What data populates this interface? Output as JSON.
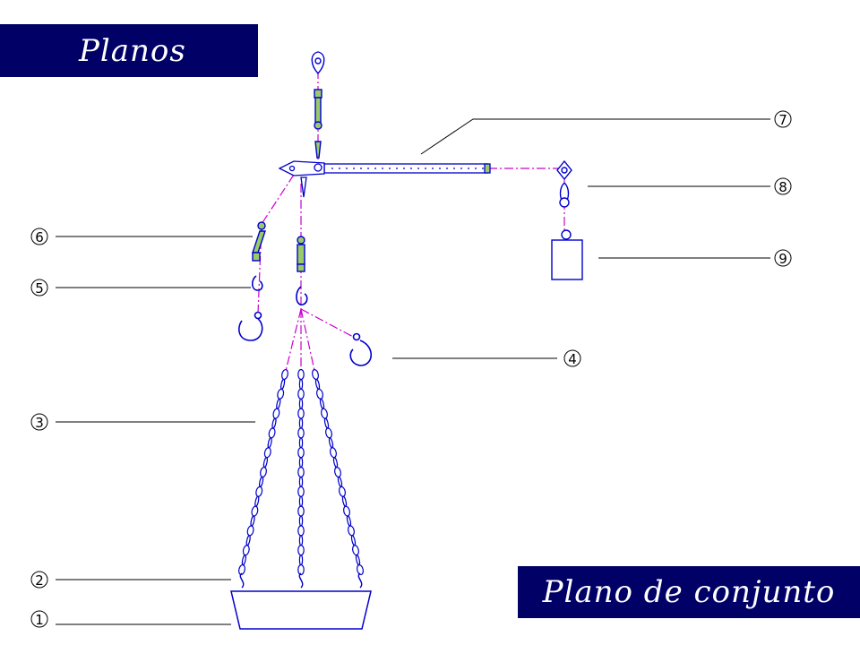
{
  "header": {
    "title": "Planos"
  },
  "footer": {
    "title": "Plano de conjunto"
  },
  "colors": {
    "title_bg": "#000066",
    "title_text": "#ffffff",
    "part_stroke": "#0000cc",
    "part_fill": "#99cc66",
    "center_line": "#cc00cc",
    "leader": "#000000"
  },
  "callouts": [
    {
      "id": "1",
      "label": "1"
    },
    {
      "id": "2",
      "label": "2"
    },
    {
      "id": "3",
      "label": "3"
    },
    {
      "id": "4",
      "label": "4"
    },
    {
      "id": "5",
      "label": "5"
    },
    {
      "id": "6",
      "label": "6"
    },
    {
      "id": "7",
      "label": "7"
    },
    {
      "id": "8",
      "label": "8"
    },
    {
      "id": "9",
      "label": "9"
    }
  ]
}
